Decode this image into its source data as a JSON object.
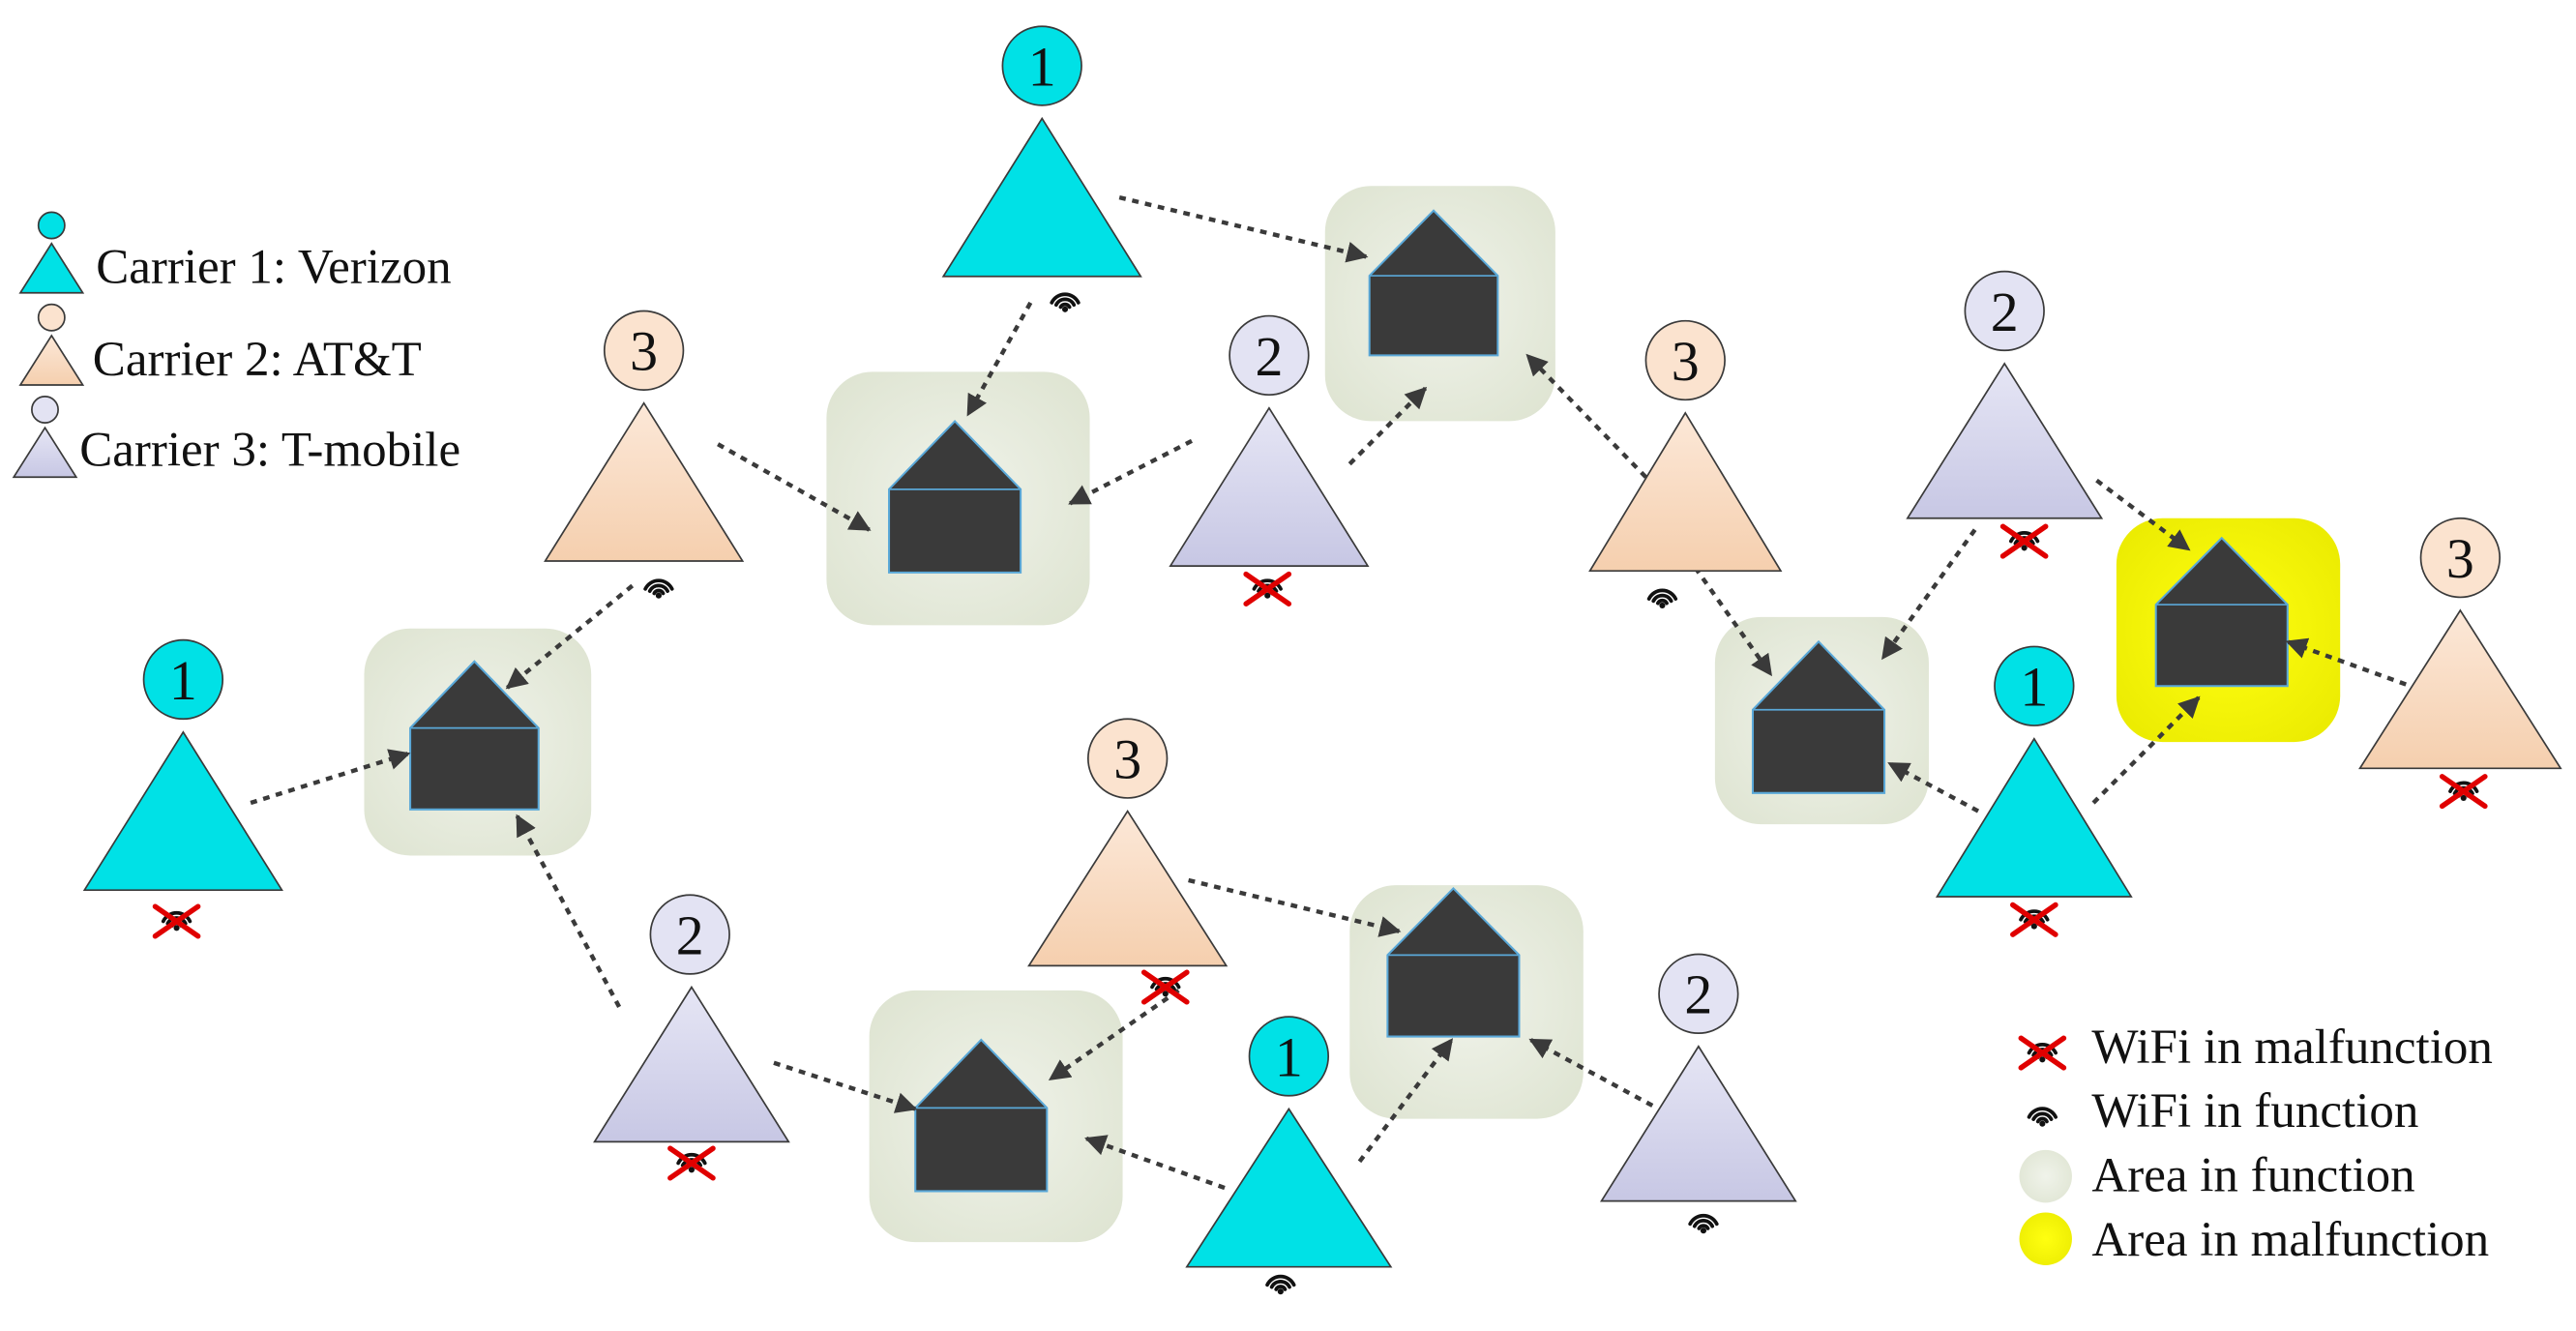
{
  "legend": {
    "carriers": [
      {
        "id": 1,
        "label": "Carrier 1: Verizon"
      },
      {
        "id": 2,
        "label": "Carrier 2: AT&T"
      },
      {
        "id": 3,
        "label": "Carrier 3: T-mobile"
      }
    ],
    "status": [
      {
        "key": "wifi-malfunction",
        "label": "WiFi in malfunction"
      },
      {
        "key": "wifi-function",
        "label": "WiFi in function"
      },
      {
        "key": "area-function",
        "label": "Area in function"
      },
      {
        "key": "area-malfunction",
        "label": "Area in malfunction"
      }
    ]
  },
  "colors": {
    "carrier1": "#00e1e6",
    "carrier2_top": "#fbe3cf",
    "carrier2_bottom": "#f6d1b2",
    "carrier3_top": "#e3e3f3",
    "carrier3_bottom": "#c9c9e6",
    "area_function": "#e3e8d9",
    "area_malfunction": "#ffff00",
    "house": "#3a3a3a",
    "wifi_cross": "#e00000",
    "arrow": "#3a3a3a"
  },
  "icons": {
    "house": "house-icon",
    "wifi": "wifi-icon",
    "wifi_cross": "cross-icon"
  },
  "nodes": [
    {
      "label": "1",
      "carrier": 1,
      "wifi": "function"
    },
    {
      "label": "3",
      "carrier": 2,
      "wifi": "function"
    },
    {
      "label": "2",
      "carrier": 3,
      "wifi": "malfunction"
    },
    {
      "label": "3",
      "carrier": 2,
      "wifi": "function"
    },
    {
      "label": "2",
      "carrier": 3,
      "wifi": "malfunction"
    },
    {
      "label": "3",
      "carrier": 2,
      "wifi": "malfunction"
    },
    {
      "label": "1",
      "carrier": 1,
      "wifi": "malfunction"
    },
    {
      "label": "1",
      "carrier": 1,
      "wifi": "malfunction"
    },
    {
      "label": "2",
      "carrier": 3,
      "wifi": "malfunction"
    },
    {
      "label": "3",
      "carrier": 2,
      "wifi": "malfunction"
    },
    {
      "label": "1",
      "carrier": 1,
      "wifi": "function"
    },
    {
      "label": "2",
      "carrier": 3,
      "wifi": "function"
    }
  ]
}
